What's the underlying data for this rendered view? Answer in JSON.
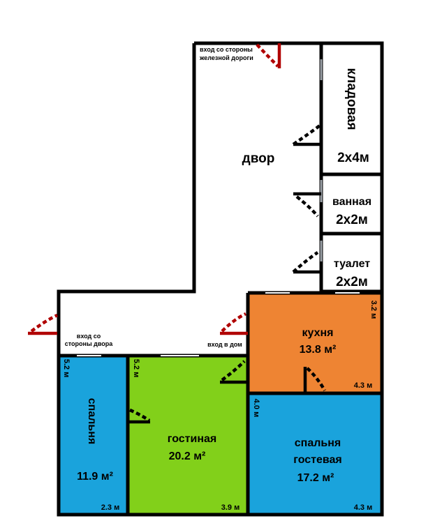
{
  "colors": {
    "bedroom": "#1aa3dc",
    "living": "#82d01a",
    "kitchen": "#ee8433",
    "guest": "#1aa3dc",
    "wall": "#000000",
    "entry_door": "#b00000"
  },
  "rooms": {
    "yard": {
      "name": "двор"
    },
    "storage": {
      "name": "кладовая",
      "size": "2х4м"
    },
    "bathroom": {
      "name": "ванная",
      "size": "2х2м"
    },
    "toilet": {
      "name": "туалет",
      "size": "2х2м"
    },
    "kitchen": {
      "name": "кухня",
      "area": "13.8 м²",
      "dim_side": "3.2 м",
      "dim_bottom": "4.3 м"
    },
    "bedroom": {
      "name": "спальня",
      "area": "11.9 м²",
      "dim_side": "5.2 м",
      "dim_bottom": "2.3 м"
    },
    "living": {
      "name": "гостиная",
      "area": "20.2 м²",
      "dim_side": "5.2 м",
      "dim_bottom": "3.9 м"
    },
    "guest": {
      "name_line1": "спальня",
      "name_line2": "гостевая",
      "area": "17.2 м²",
      "dim_side": "4.0 м",
      "dim_bottom": "4.3 м"
    }
  },
  "entrances": {
    "railway_line1": "вход со стороны",
    "railway_line2": "железной дороги",
    "yard_line1": "вход со",
    "yard_line2": "стороны двора",
    "house": "вход в дом"
  }
}
